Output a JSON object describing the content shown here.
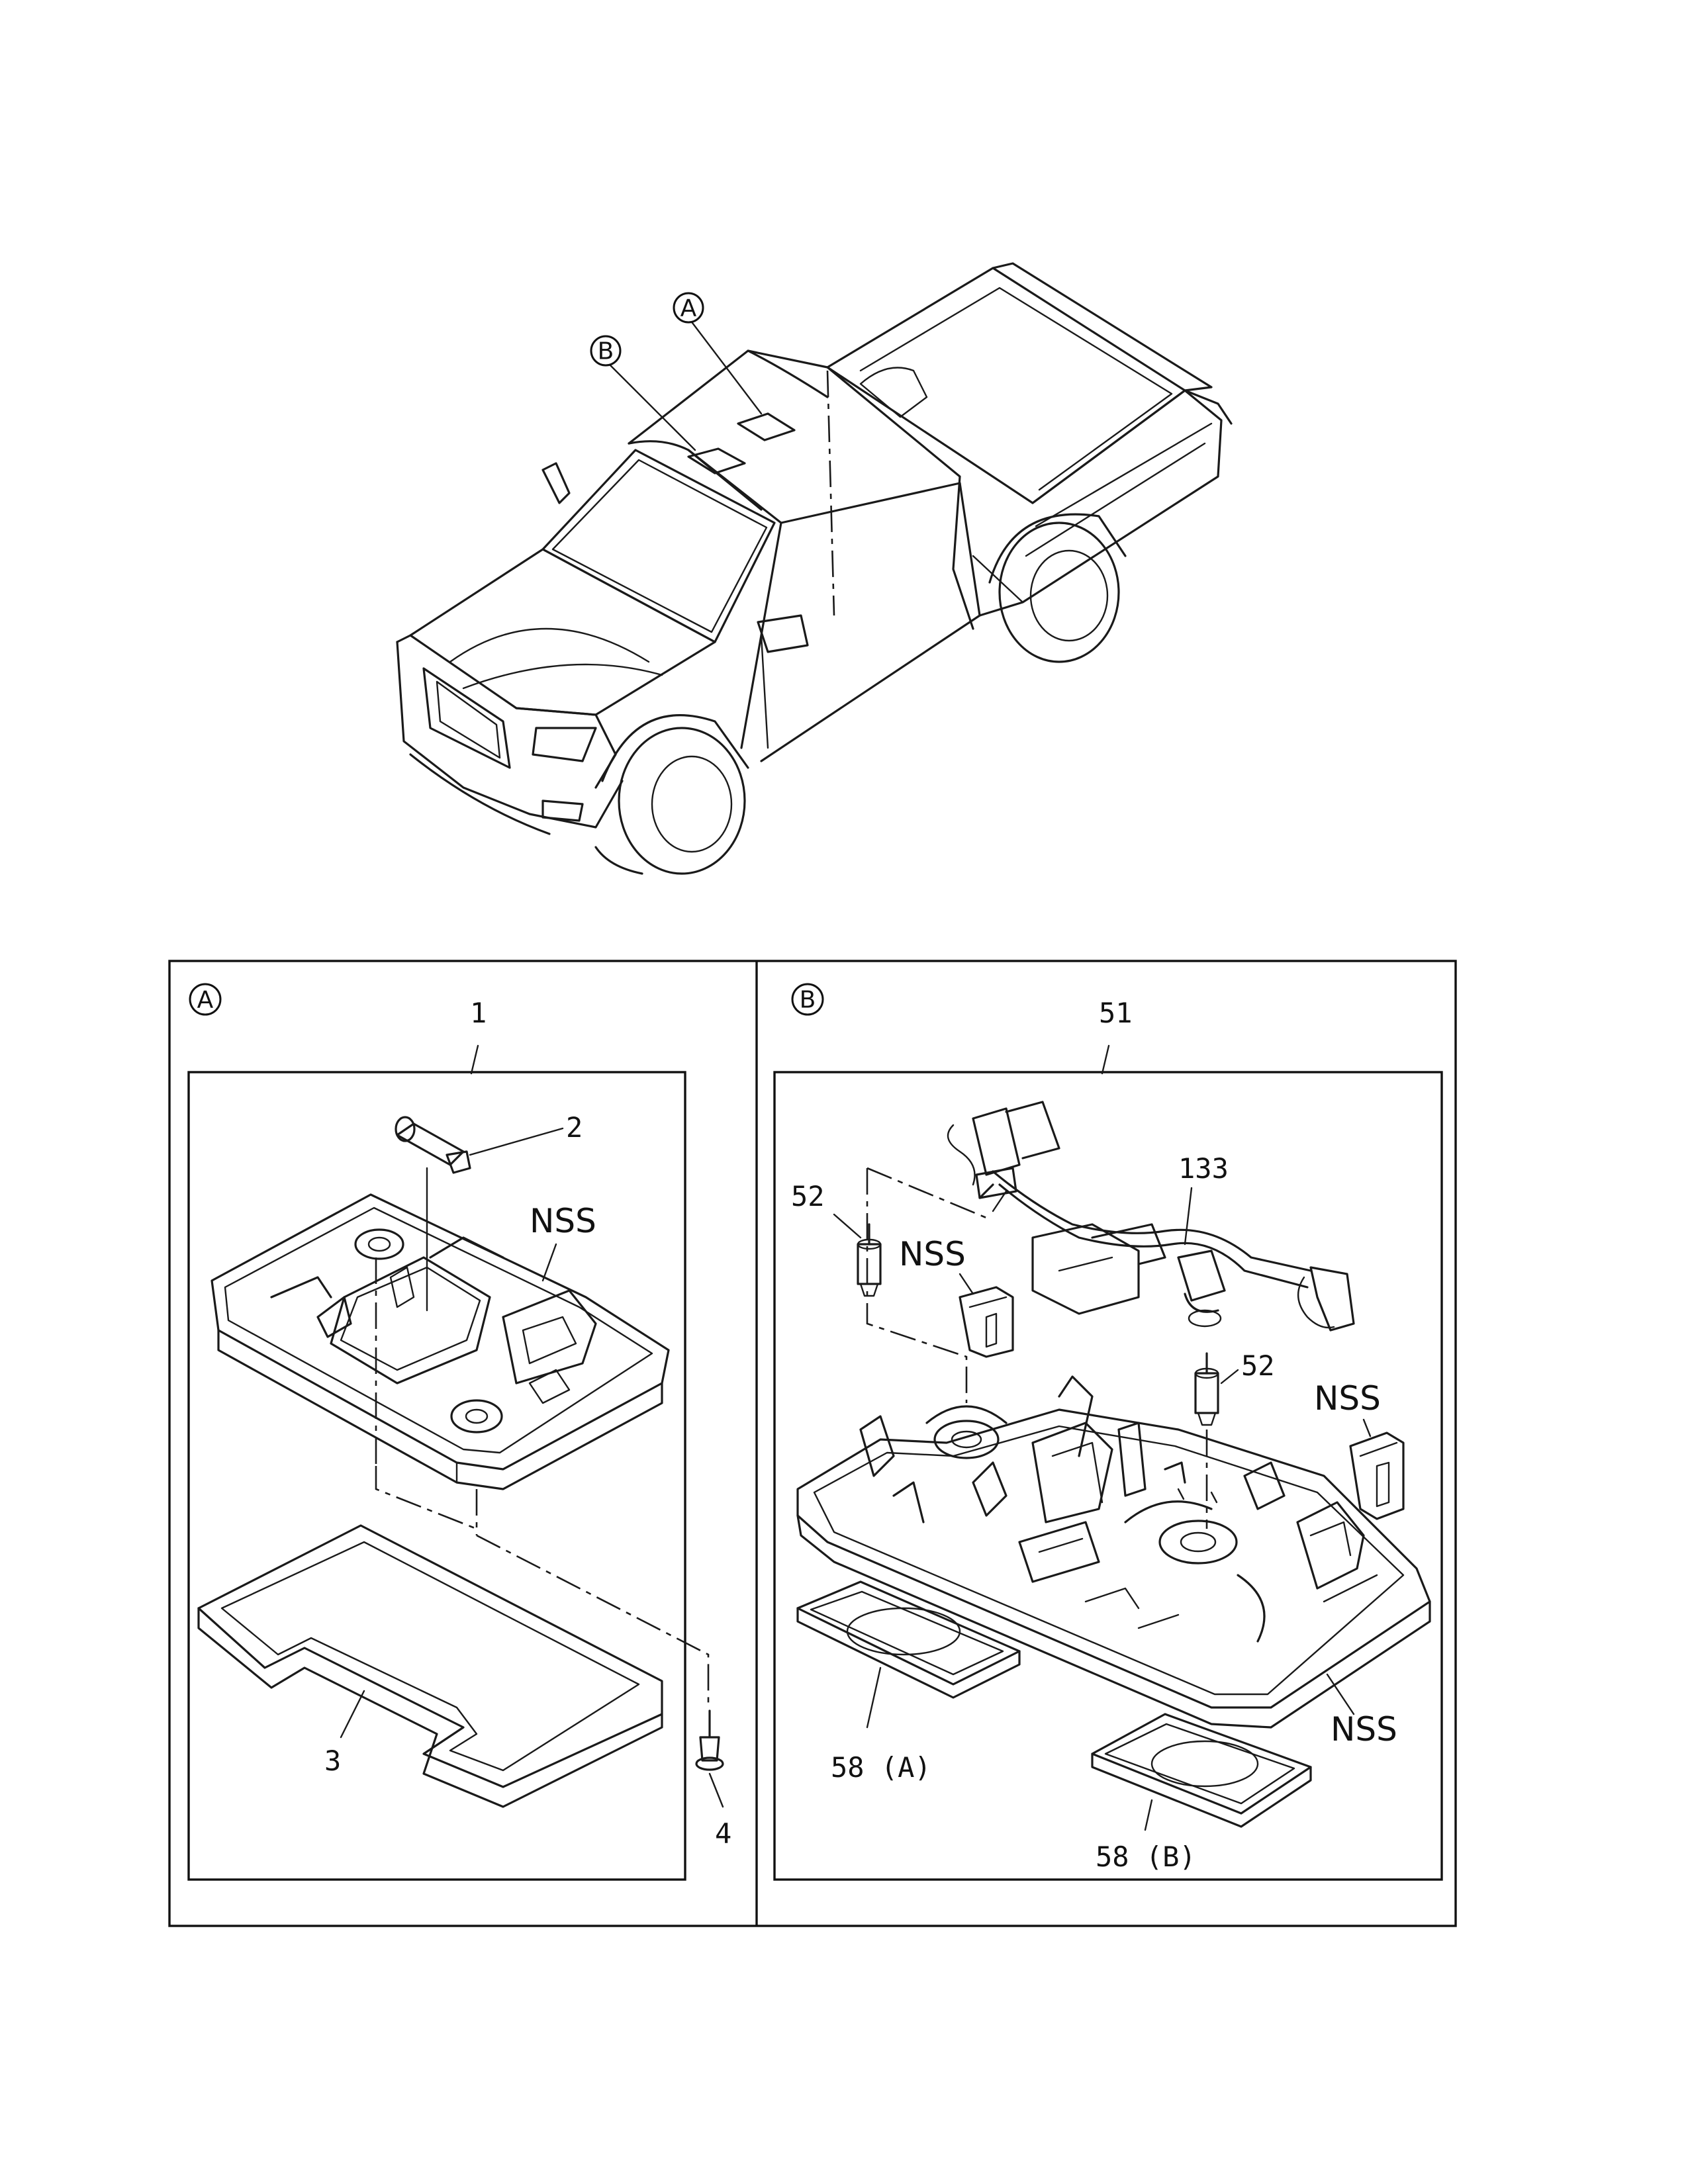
{
  "truck": {
    "callout_a": "A",
    "callout_b": "B"
  },
  "panel_a": {
    "tag": "A",
    "labels": {
      "p1": "1",
      "p2": "2",
      "p3": "3",
      "p4": "4",
      "nss": "NSS"
    }
  },
  "panel_b": {
    "tag": "B",
    "labels": {
      "p51": "51",
      "p52_left": "52",
      "p52_right": "52",
      "p133": "133",
      "nss_left": "NSS",
      "nss_right": "NSS",
      "nss_bottom": "NSS",
      "p58a": "58 (A)",
      "p58b": "58 (B)"
    }
  }
}
